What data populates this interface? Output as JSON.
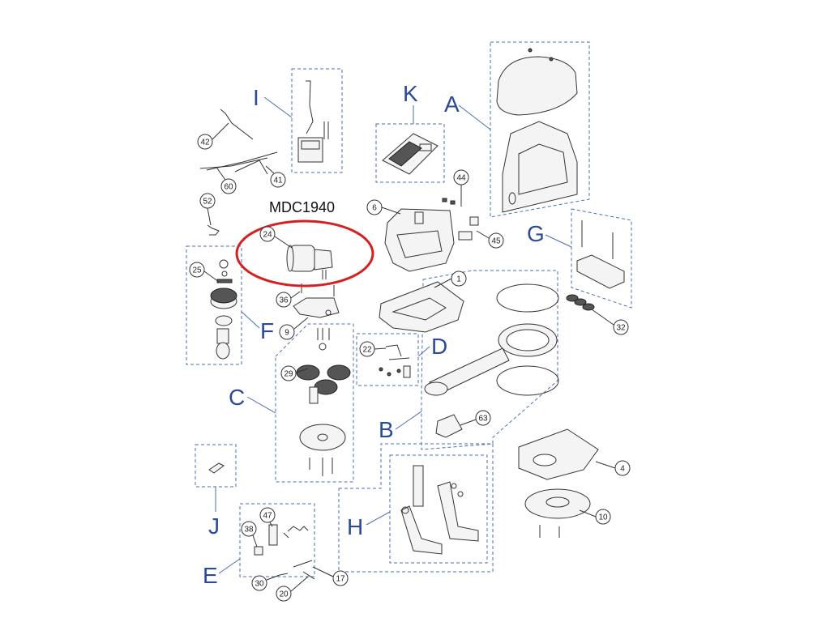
{
  "diagram": {
    "model_label": "MDC1940",
    "group_labels": {
      "A": "A",
      "B": "B",
      "C": "C",
      "D": "D",
      "E": "E",
      "F": "F",
      "G": "G",
      "H": "H",
      "I": "I",
      "J": "J",
      "K": "K"
    },
    "part_numbers": {
      "p1": "1",
      "p4": "4",
      "p6": "6",
      "p9": "9",
      "p10": "10",
      "p17": "17",
      "p20": "20",
      "p22": "22",
      "p24": "24",
      "p25": "25",
      "p29": "29",
      "p30": "30",
      "p32": "32",
      "p36": "36",
      "p38": "38",
      "p41": "41",
      "p42": "42",
      "p44": "44",
      "p45": "45",
      "p47": "47",
      "p52": "52",
      "p60": "60",
      "p63": "63"
    },
    "colors": {
      "group_label": "#2b4b9a",
      "dashed_box": "#4a6fb5",
      "highlight_ellipse": "#d42020"
    }
  }
}
